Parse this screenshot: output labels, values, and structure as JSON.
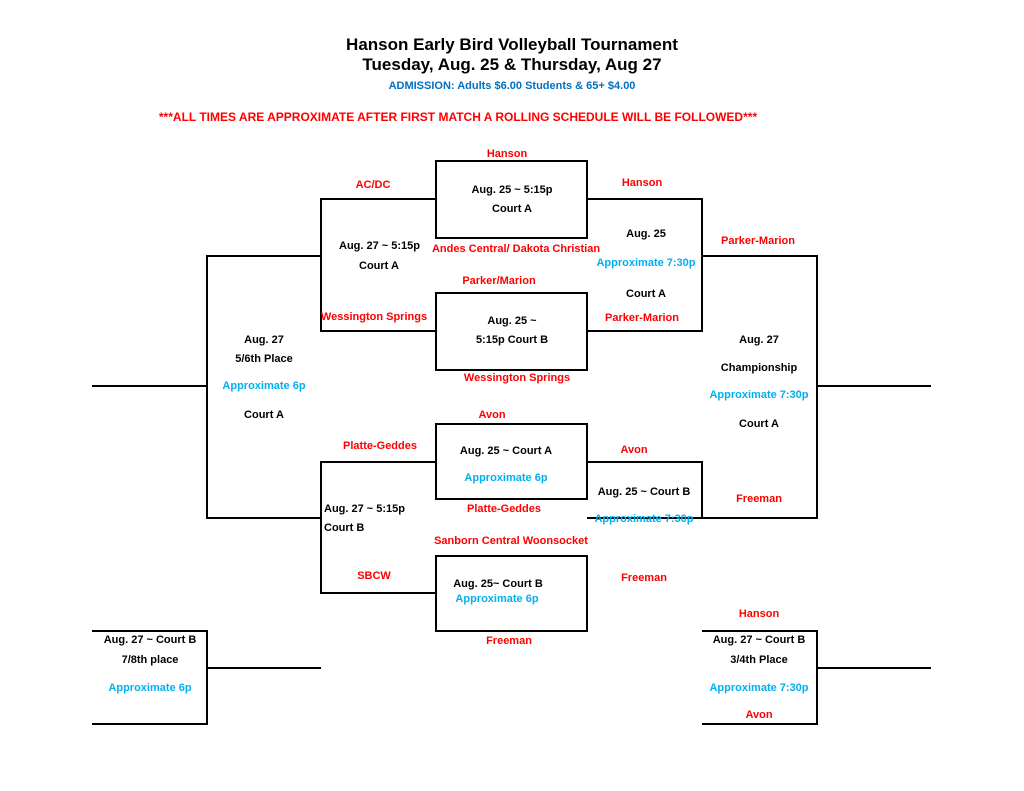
{
  "header": {
    "title": "Hanson Early Bird Volleyball Tournament",
    "dates": "Tuesday, Aug. 25 & Thursday, Aug 27",
    "admission": "ADMISSION:  Adults $6.00  Students & 65+ $4.00",
    "warning": "***ALL TIMES ARE APPROXIMATE AFTER FIRST MATCH A ROLLING SCHEDULE WILL BE FOLLOWED***"
  },
  "colors": {
    "team": "#ff0000",
    "info": "#000000",
    "approx": "#00b0f0",
    "admission": "#0070c0",
    "lines": "#000000"
  },
  "first_round": {
    "m1": {
      "top_team": "Hanson",
      "bottom_team": "Andes Central/ Dakota Christian",
      "line1": "Aug. 25 ~ 5:15p",
      "line2": "Court A"
    },
    "m2": {
      "top_team": "Parker/Marion",
      "bottom_team": "Wessington Springs",
      "line1": "Aug. 25 ~",
      "line2": "5:15p Court B"
    },
    "m3": {
      "top_team": "Avon",
      "bottom_team": "Platte-Geddes",
      "line1": "Aug. 25 ~ Court A",
      "line2": "Approximate 6p"
    },
    "m4": {
      "top_team": "Sanborn Central Woonsocket",
      "bottom_team": "Freeman",
      "line1": "Aug. 25~ Court B",
      "line2": "Approximate 6p"
    }
  },
  "consolation_semis": {
    "upper": {
      "top_team": "AC/DC",
      "bottom_team": "Wessington Springs",
      "line1": "Aug. 27 ~ 5:15p",
      "line2": "Court A"
    },
    "lower": {
      "top_team": "Platte-Geddes",
      "bottom_team": "SBCW",
      "line1": "Aug. 27 ~ 5:15p",
      "line2": "Court B"
    }
  },
  "winner_semis": {
    "upper": {
      "top_team": "Hanson",
      "bottom_team": "Parker-Marion",
      "line1": "Aug. 25",
      "line2": "Approximate 7:30p",
      "line3": "Court A"
    },
    "lower": {
      "top_team": "Avon",
      "bottom_team": "Freeman",
      "line1": "Aug. 25 ~ Court B",
      "line2": "Approximate 7:30p"
    }
  },
  "fifth_sixth": {
    "line1": "Aug. 27",
    "line2": "5/6th Place",
    "line3": "Approximate 6p",
    "line4": "Court A"
  },
  "championship": {
    "top_team": "Parker-Marion",
    "bottom_team": "Freeman",
    "line1": "Aug. 27",
    "line2": "Championship",
    "line3": "Approximate 7:30p",
    "line4": "Court A"
  },
  "seventh_eighth": {
    "line1": "Aug. 27 ~ Court B",
    "line2": "7/8th place",
    "line3": "Approximate 6p"
  },
  "third_fourth": {
    "top_team": "Hanson",
    "bottom_team": "Avon",
    "line1": "Aug. 27 ~ Court B",
    "line2": "3/4th Place",
    "line3": "Approximate 7:30p"
  }
}
